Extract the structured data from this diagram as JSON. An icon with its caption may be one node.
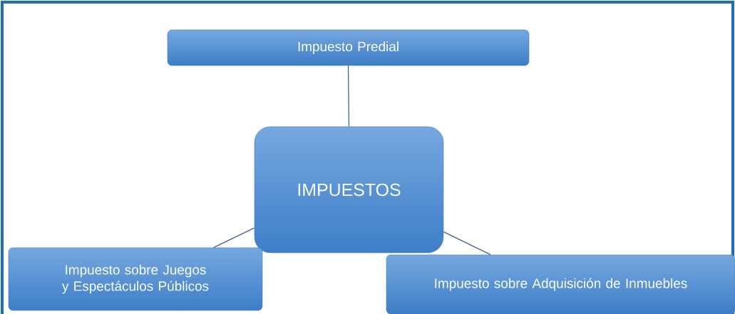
{
  "diagram": {
    "nodes": [
      {
        "text": [
          "Impuesto Predial"
        ]
      },
      {
        "text": [
          "IMPUESTOS"
        ]
      },
      {
        "text": [
          "Impuesto sobre Juegos y Espectáculos Públicos"
        ]
      },
      {
        "text": [
          "Impuesto sobre Adquisición de Inmuebles"
        ]
      }
    ],
    "edges": [
      {
        "from": 0,
        "to": 1,
        "arrow": "none"
      },
      {
        "from": 1,
        "to": 2,
        "arrow": "none"
      },
      {
        "from": 1,
        "to": 3,
        "arrow": "none"
      }
    ]
  }
}
